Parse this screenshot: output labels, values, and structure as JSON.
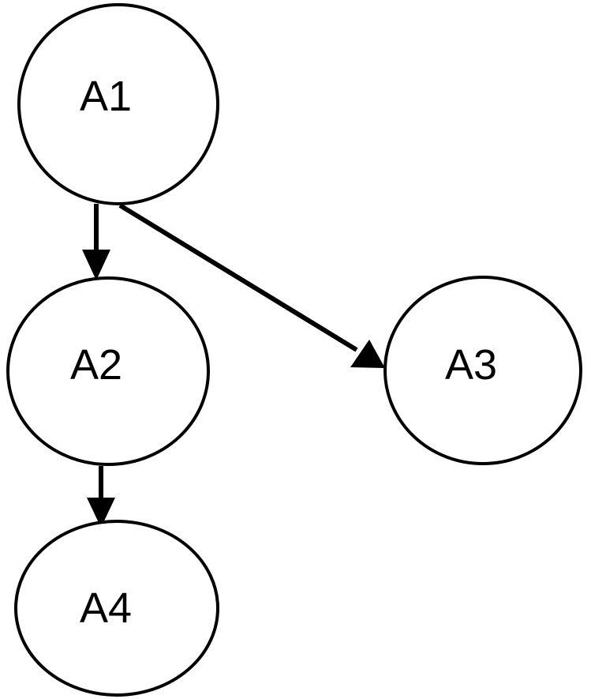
{
  "diagram": {
    "colors": {
      "stroke": "#000000",
      "fill": "#ffffff"
    },
    "nodes": [
      {
        "id": "A1",
        "label": "A1"
      },
      {
        "id": "A2",
        "label": "A2"
      },
      {
        "id": "A3",
        "label": "A3"
      },
      {
        "id": "A4",
        "label": "A4"
      }
    ],
    "edges": [
      {
        "from": "A1",
        "to": "A2"
      },
      {
        "from": "A1",
        "to": "A3"
      },
      {
        "from": "A2",
        "to": "A4"
      }
    ]
  }
}
